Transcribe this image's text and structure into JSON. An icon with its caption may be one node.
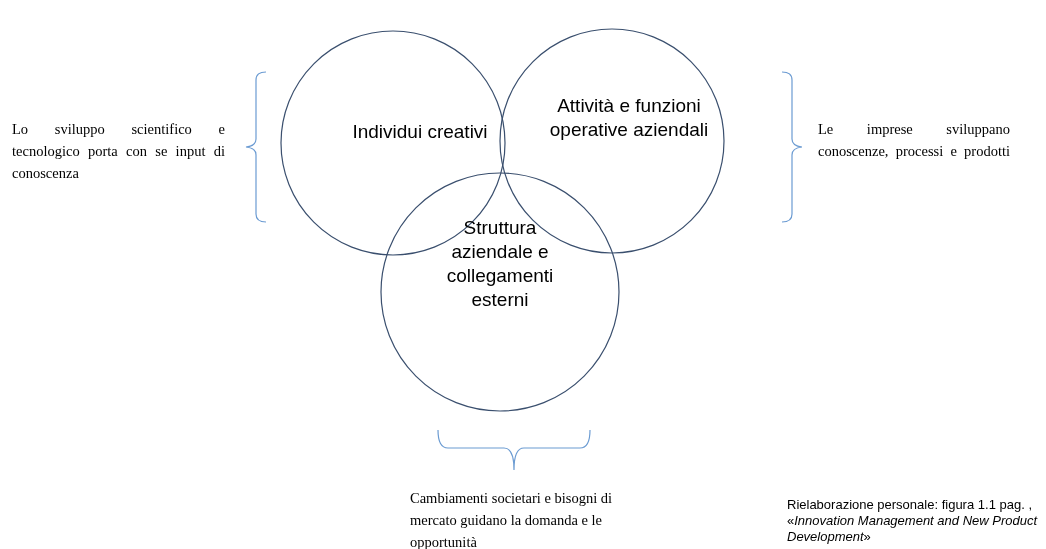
{
  "diagram": {
    "caption": "Rielaborazione personale: figura 1.1 pag. , «*Innovation Management and New Product Development*»",
    "nodes": [
      {
        "text": [
          "Individui creativi"
        ]
      },
      {
        "text": [
          "Attività e funzioni operative aziendali"
        ]
      },
      {
        "text": [
          "Struttura aziendale e collegamenti esterni"
        ]
      }
    ],
    "labels": [
      "Lo sviluppo scientifico e tecnologico porta con se input di conoscenza",
      "Le imprese sviluppano conoscenze, processi e prodotti",
      "Cambiamenti societari e bisogni di mercato guidano la domanda e le opportunità"
    ]
  }
}
